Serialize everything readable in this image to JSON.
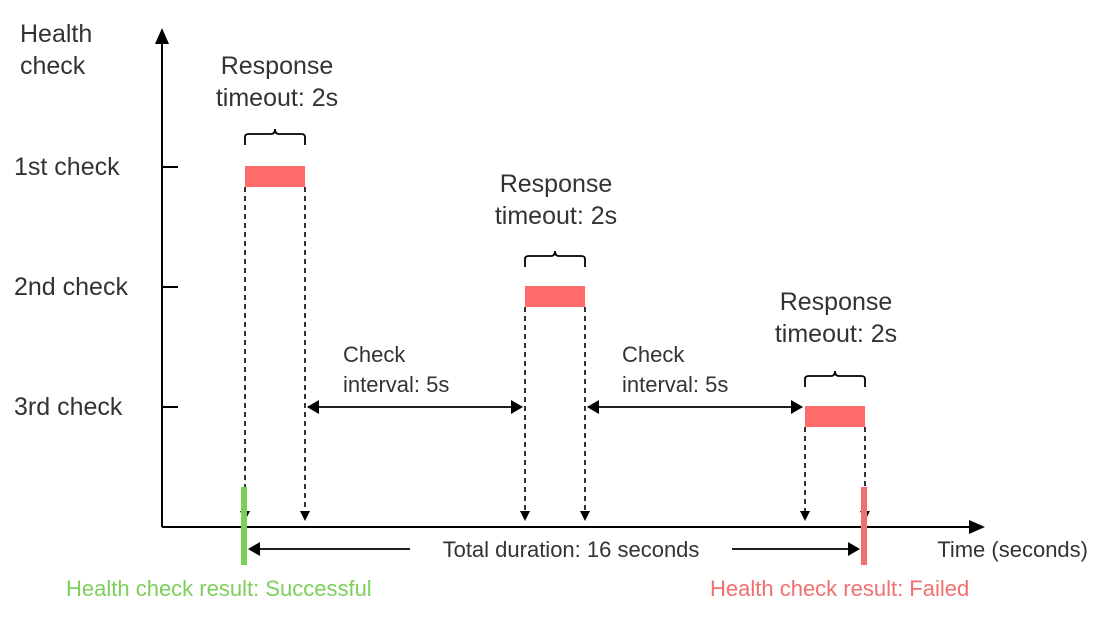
{
  "axes": {
    "y_label_line1": "Health",
    "y_label_line2": "check",
    "x_label": "Time (seconds)"
  },
  "checks": [
    {
      "label": "1st check",
      "timeout_line1": "Response",
      "timeout_line2": "timeout: 2s"
    },
    {
      "label": "2nd check",
      "timeout_line1": "Response",
      "timeout_line2": "timeout: 2s"
    },
    {
      "label": "3rd check",
      "timeout_line1": "Response",
      "timeout_line2": "timeout: 2s"
    }
  ],
  "intervals": [
    {
      "line1": "Check",
      "line2": "interval: 5s"
    },
    {
      "line1": "Check",
      "line2": "interval: 5s"
    }
  ],
  "total_duration": "Total duration: 16 seconds",
  "results": {
    "success": "Health check result: Successful",
    "failed": "Health check result: Failed"
  },
  "colors": {
    "timeout_bar": "#ff6b6b",
    "success": "#7ccf5a",
    "failed": "#f07070",
    "axis": "#000000",
    "text": "#333333"
  }
}
